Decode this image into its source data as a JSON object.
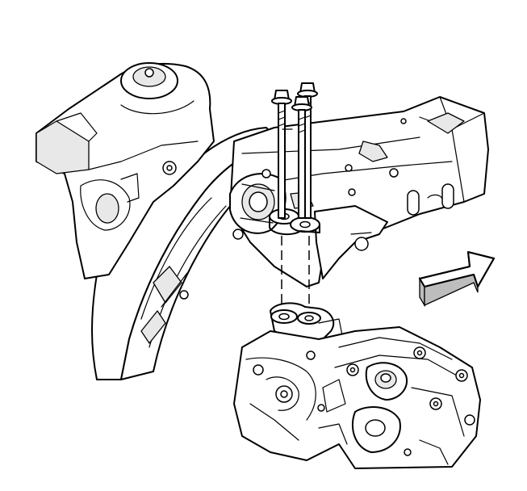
{
  "illustration": {
    "parts": [
      {
        "name": "transmission-mount-bracket"
      },
      {
        "name": "body-frame-rail"
      },
      {
        "name": "lower-mount-bracket"
      },
      {
        "name": "transmission-housing"
      },
      {
        "name": "mount-bolts",
        "count": 3
      }
    ],
    "arrow_icon": "front-direction-arrow-icon",
    "colors": {
      "line": "#000000",
      "background": "#ffffff",
      "shade": "#e8e8e8",
      "arrow_fill": "#bdbdbd"
    }
  }
}
